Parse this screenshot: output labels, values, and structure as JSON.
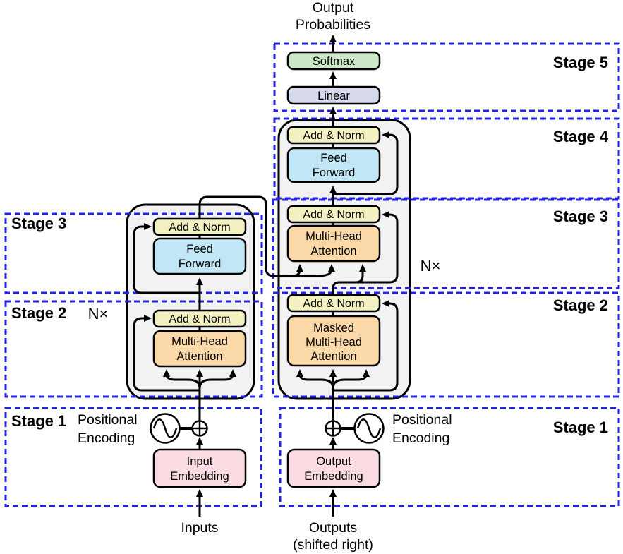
{
  "diagram_title": {
    "line1": "Output",
    "line2": "Probabilities"
  },
  "encoder": {
    "stages": [
      {
        "label": "Stage 3"
      },
      {
        "label": "Stage 2"
      },
      {
        "label": "Stage 1"
      }
    ],
    "repeat_label": "N×",
    "blocks": {
      "add_norm": "Add & Norm",
      "feed_forward": {
        "line1": "Feed",
        "line2": "Forward"
      },
      "attention": {
        "line1": "Multi-Head",
        "line2": "Attention"
      },
      "embedding": {
        "line1": "Input",
        "line2": "Embedding"
      }
    },
    "positional_encoding": {
      "line1": "Positional",
      "line2": "Encoding"
    },
    "input_label": "Inputs"
  },
  "decoder": {
    "stages": [
      {
        "label": "Stage 5"
      },
      {
        "label": "Stage 4"
      },
      {
        "label": "Stage 3"
      },
      {
        "label": "Stage 2"
      },
      {
        "label": "Stage 1"
      }
    ],
    "repeat_label": "N×",
    "blocks": {
      "softmax": "Softmax",
      "linear": "Linear",
      "add_norm": "Add & Norm",
      "feed_forward": {
        "line1": "Feed",
        "line2": "Forward"
      },
      "attention": {
        "line1": "Multi-Head",
        "line2": "Attention"
      },
      "masked_attention": {
        "line1": "Masked",
        "line2": "Multi-Head",
        "line3": "Attention"
      },
      "embedding": {
        "line1": "Output",
        "line2": "Embedding"
      }
    },
    "positional_encoding": {
      "line1": "Positional",
      "line2": "Encoding"
    },
    "input_label": {
      "line1": "Outputs",
      "line2": "(shifted right)"
    }
  },
  "colors": {
    "add_norm": "#f3f0c1",
    "feed_forward": "#c1e6f5",
    "attention": "#fbd8a8",
    "embedding": "#fadbe2",
    "softmax": "#cde8c9",
    "linear": "#d6daec",
    "container": "#f2f2f2",
    "stage_border": "#2222e0",
    "line": "#000000"
  }
}
